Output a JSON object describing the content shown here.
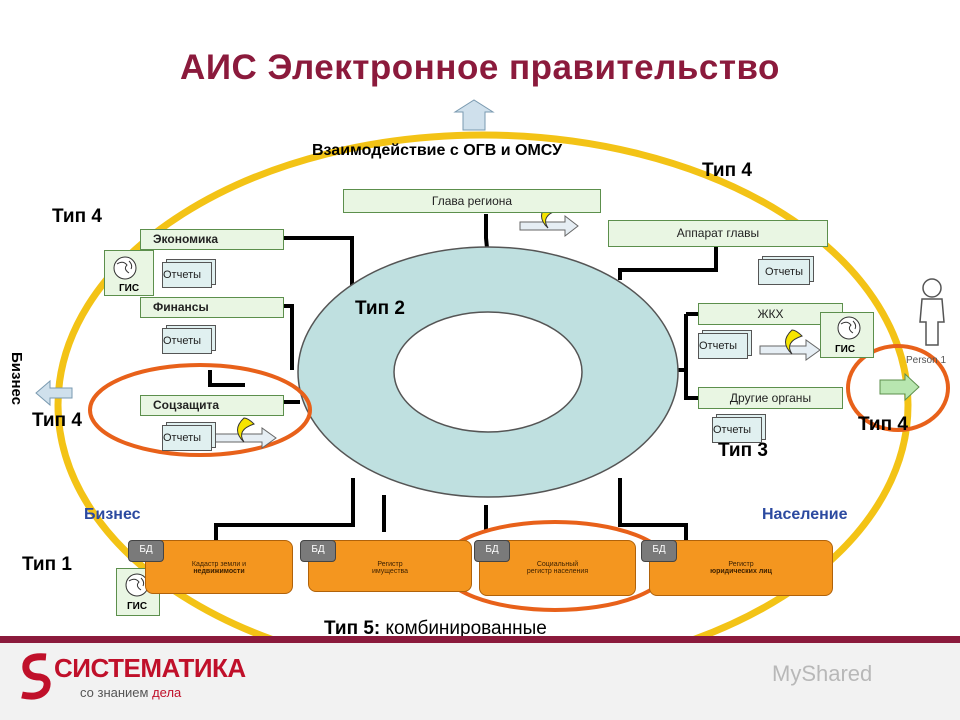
{
  "title": "АИС Электронное правительство",
  "top_label": "Взаимодействие с ОГВ и ОМСУ",
  "types": {
    "t4_left_top": "Тип 4",
    "t4_left_mid": "Тип 4",
    "t4_right_top": "Тип 4",
    "t4_right_mid": "Тип 4",
    "t2": "Тип 2",
    "t3": "Тип 3",
    "t1": "Тип 1",
    "t5_bold": "Тип 5:",
    "t5_rest": " комбинированные"
  },
  "side_business": "Бизнес",
  "business": "Бизнес",
  "population": "Население",
  "person": "Person 1",
  "top_nodes": {
    "head": "Глава региона",
    "apparatus": "Аппарат главы"
  },
  "left_nodes": {
    "economy": "Экономика",
    "finance": "Финансы",
    "social": "Соцзащита"
  },
  "right_nodes": {
    "zhkh": "ЖКХ",
    "other": "Другие органы"
  },
  "reports": "Отчеты",
  "gis": "ГИС",
  "db": "БД",
  "registers": [
    {
      "line1": "Кадастр земли и",
      "line2": "недвижимости"
    },
    {
      "line1": "Регистр",
      "line2": "имущества"
    },
    {
      "line1": "Социальный",
      "line2": "регистр населения"
    },
    {
      "line1": "Регистр",
      "line2": "юридических лиц"
    }
  ],
  "logo": {
    "name": "СИСТЕМАТИКА",
    "tagline_plain": "со знанием ",
    "tagline_accent": "дела"
  },
  "watermark": "MyShared",
  "colors": {
    "title": "#8b1a3c",
    "ellipse": "#f3c316",
    "ring": "#bfe0e0",
    "orange_box": "#f4961f",
    "highlight": "#e8611a",
    "blue_label": "#2c4aa0"
  }
}
